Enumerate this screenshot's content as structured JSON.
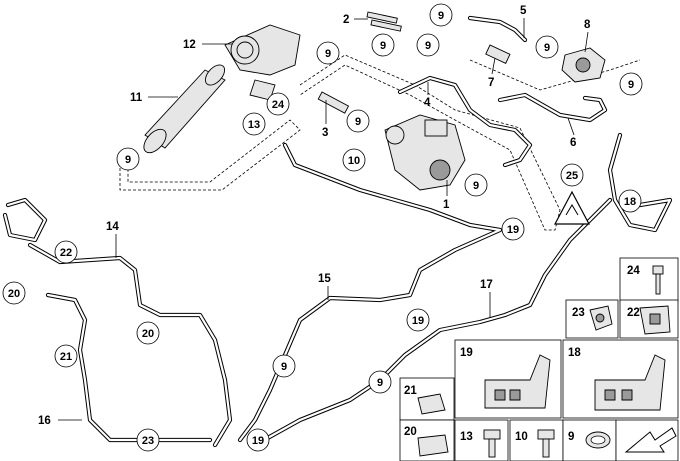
{
  "callouts": {
    "c2": "2",
    "c5": "5",
    "c8": "8",
    "c12": "12",
    "c11": "11",
    "c3": "3",
    "c4": "4",
    "c7": "7",
    "c6": "6",
    "c1": "1",
    "c14": "14",
    "c15": "15",
    "c16": "16",
    "c17": "17",
    "b9a": "9",
    "b9b": "9",
    "b9c": "9",
    "b9d": "9",
    "b9e": "9",
    "b9f": "9",
    "b9g": "9",
    "b9h": "9",
    "b9i": "9",
    "b9j": "9",
    "b13": "13",
    "b24": "24",
    "b10": "10",
    "b25": "25",
    "b18": "18",
    "b19a": "19",
    "b19b": "19",
    "b19c": "19",
    "b22": "22",
    "b20": "20",
    "b21": "21",
    "b23": "23"
  },
  "legend": {
    "l24": "24",
    "l23": "23",
    "l22": "22",
    "l19": "19",
    "l18": "18",
    "l21": "21",
    "l20": "20",
    "l13": "13",
    "l10": "10",
    "l9": "9"
  }
}
